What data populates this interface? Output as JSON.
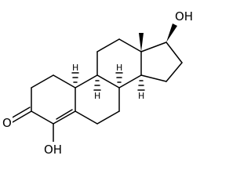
{
  "structure": {
    "atom_labels": {
      "keto_oxygen": "O",
      "enol_hydroxyl": "OH",
      "c17_hydroxyl": "OH"
    },
    "stereo_h_labels": {
      "h8": "H",
      "h9": "H",
      "h10": "H",
      "h14": "H"
    },
    "bond_color": "#000000",
    "background_color": "#ffffff"
  }
}
